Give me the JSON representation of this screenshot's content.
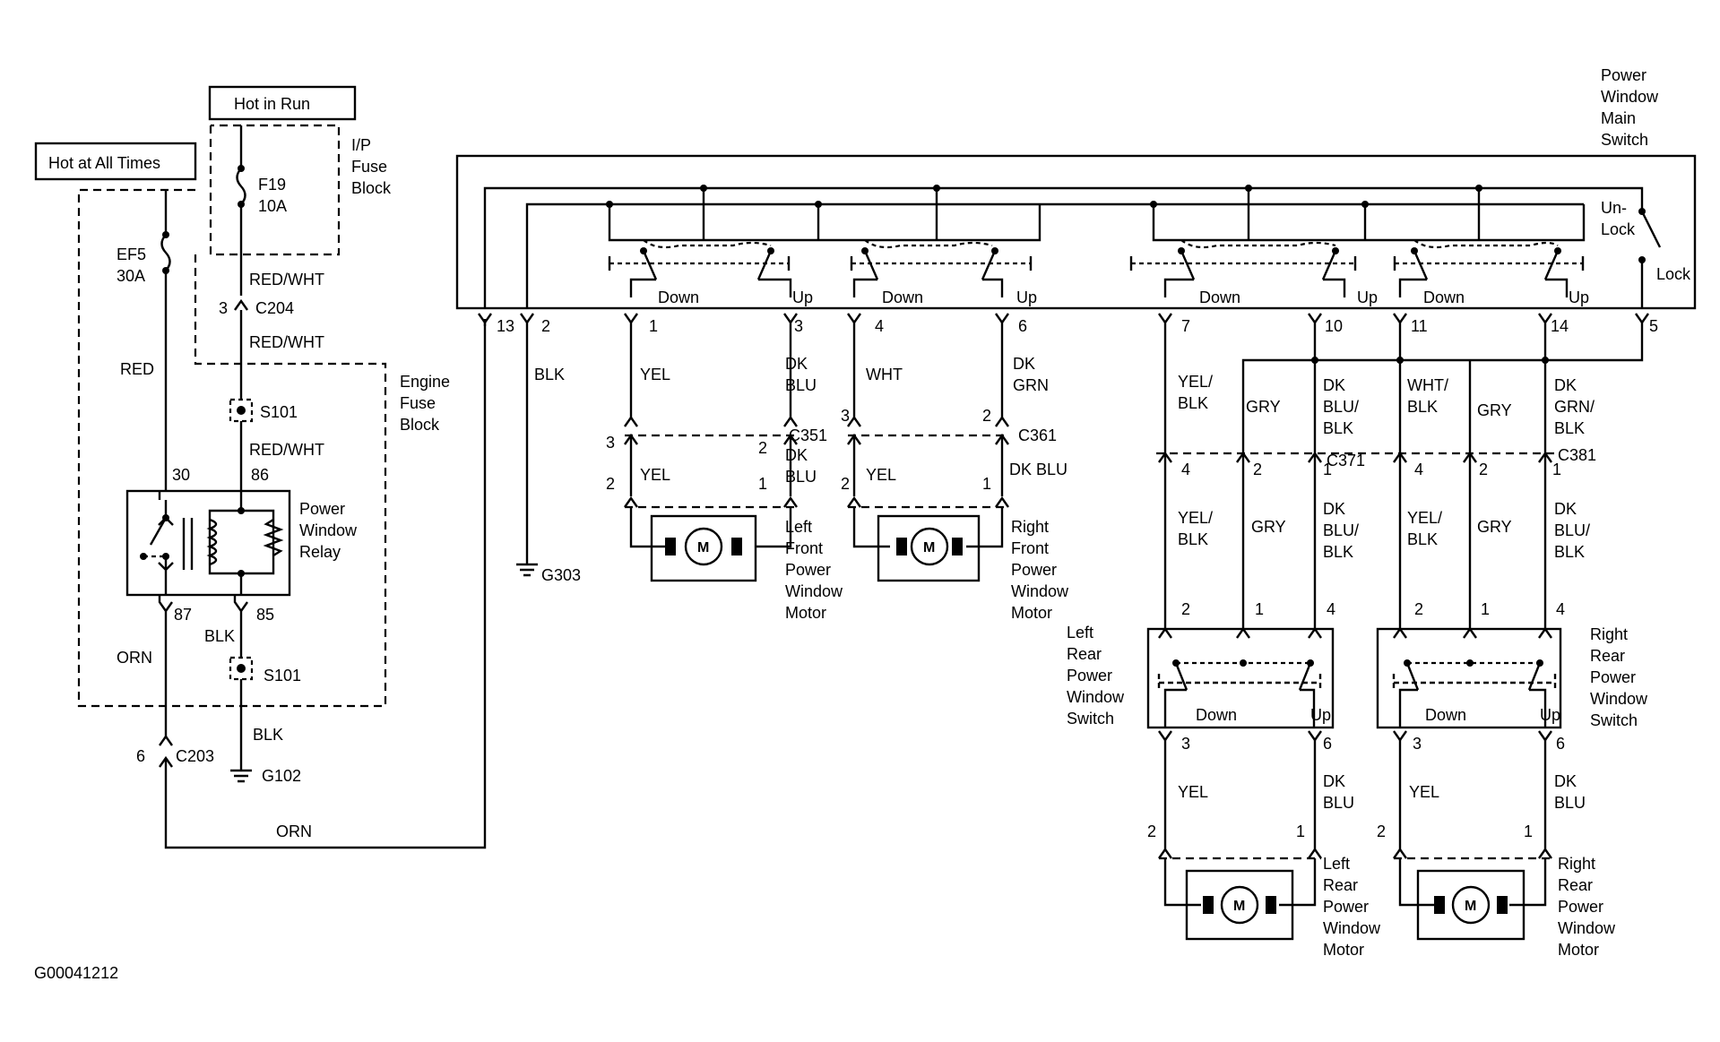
{
  "labels": {
    "hot_in_run": "Hot in Run",
    "hot_at_all_times": "Hot at All Times",
    "ip_fuse_block": [
      "I/P",
      "Fuse",
      "Block"
    ],
    "engine_fuse_block": [
      "Engine",
      "Fuse",
      "Block"
    ],
    "f19": "F19",
    "f19_rating": "10A",
    "ef5": "EF5",
    "ef5_rating": "30A",
    "main_switch": [
      "Power",
      "Window",
      "Main",
      "Switch"
    ],
    "power_window_relay": [
      "Power",
      "Window",
      "Relay"
    ],
    "unlock": [
      "Un-",
      "Lock"
    ],
    "lock": "Lock",
    "down": "Down",
    "up": "Up",
    "figure_id": "G00041212"
  },
  "connectors": {
    "c204": "C204",
    "c203": "C203",
    "c351": "C351",
    "c361": "C361",
    "c371": "C371",
    "c381": "C381",
    "s101": "S101",
    "g102": "G102",
    "g303": "G303"
  },
  "wires": {
    "red_wht": "RED/WHT",
    "red": "RED",
    "orn": "ORN",
    "blk": "BLK",
    "yel": "YEL",
    "dk_blu": [
      "DK",
      "BLU"
    ],
    "dk_blu_inline": "DK BLU",
    "wht": "WHT",
    "dk_grn": [
      "DK",
      "GRN"
    ],
    "yel_blk": [
      "YEL/",
      "BLK"
    ],
    "gry": "GRY",
    "dk_blu_blk": [
      "DK",
      "BLU/",
      "BLK"
    ],
    "wht_blk": [
      "WHT/",
      "BLK"
    ],
    "dk_grn_blk": [
      "DK",
      "GRN/",
      "BLK"
    ]
  },
  "pins": {
    "p1": "1",
    "p2": "2",
    "p3": "3",
    "p4": "4",
    "p5": "5",
    "p6": "6",
    "p7": "7",
    "p10": "10",
    "p11": "11",
    "p13": "13",
    "p14": "14",
    "p30": "30",
    "p85": "85",
    "p86": "86",
    "p87": "87"
  },
  "motors": {
    "symbol": "M",
    "left_front": [
      "Left",
      "Front",
      "Power",
      "Window",
      "Motor"
    ],
    "right_front": [
      "Right",
      "Front",
      "Power",
      "Window",
      "Motor"
    ],
    "left_rear": [
      "Left",
      "Rear",
      "Power",
      "Window",
      "Motor"
    ],
    "right_rear": [
      "Right",
      "Rear",
      "Power",
      "Window",
      "Motor"
    ]
  },
  "switches": {
    "left_rear": [
      "Left",
      "Rear",
      "Power",
      "Window",
      "Switch"
    ],
    "right_rear": [
      "Right",
      "Rear",
      "Power",
      "Window",
      "Switch"
    ]
  }
}
